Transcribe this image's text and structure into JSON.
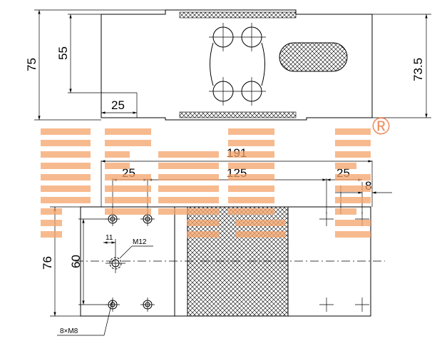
{
  "top_view": {
    "height_overall": "75",
    "height_hole": "55",
    "offset_hole": "25",
    "height_right": "73.5"
  },
  "bottom_view": {
    "length_overall": "191",
    "hole_spacing_middle": "125",
    "hole_spacing_left": "25",
    "hole_spacing_right": "25",
    "edge_offset": "8",
    "width_overall": "76",
    "hole_spacing_vertical": "60",
    "thread_label": "M12",
    "small_dim": "11",
    "hole_callout": "8×M8"
  },
  "watermark": {
    "registered_mark": "®"
  }
}
